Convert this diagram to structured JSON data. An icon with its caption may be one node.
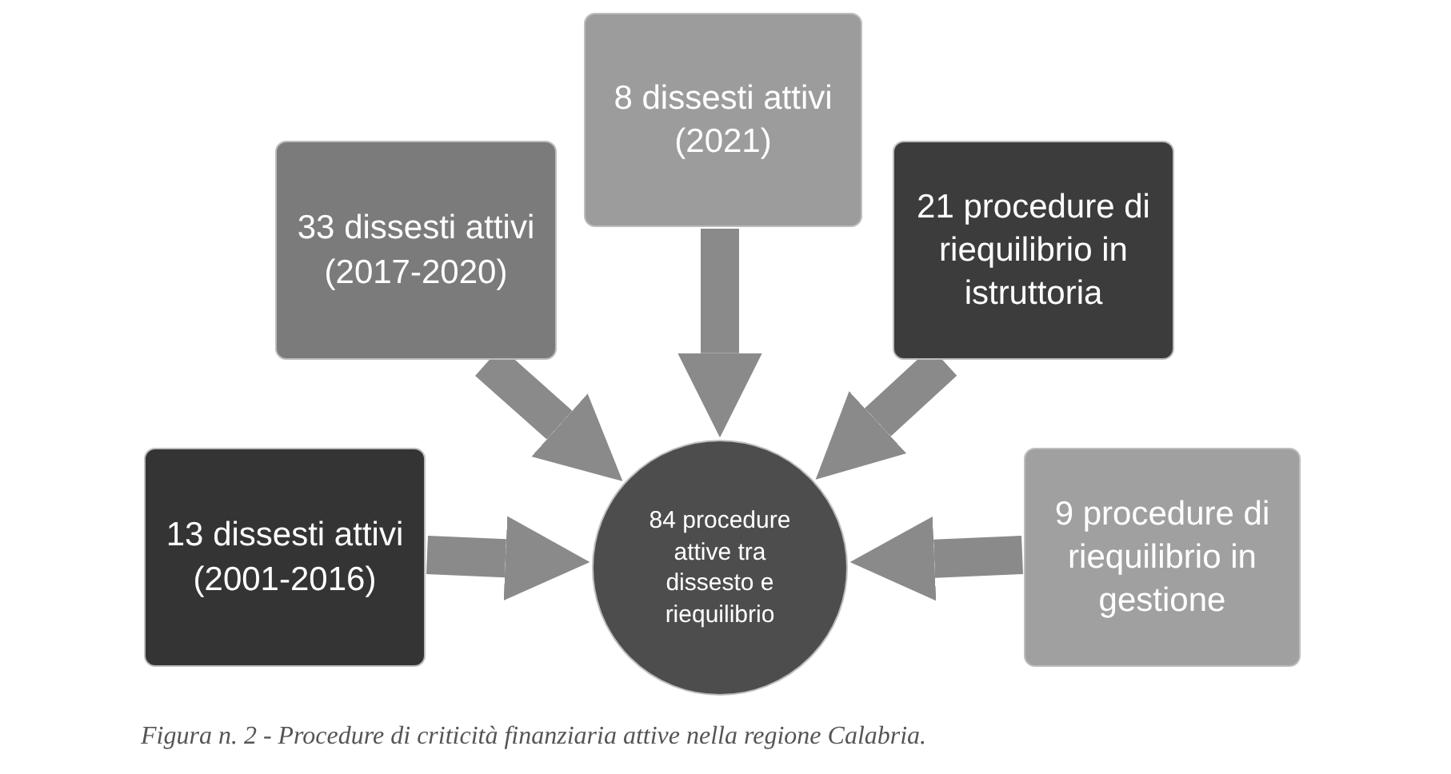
{
  "diagram": {
    "caption": "Figura n. 2 - Procedure di criticità finanziaria attive nella regione Calabria.",
    "nodes": [
      {
        "text": [
          "33 dissesti attivi (2017-2020)"
        ]
      },
      {
        "text": [
          "8 dissesti attivi (2021)"
        ]
      },
      {
        "text": [
          "21 procedure di riequilibrio in istruttoria"
        ]
      },
      {
        "text": [
          "13 dissesti attivi (2001-2016)"
        ]
      },
      {
        "text": [
          "84 procedure attive tra dissesto e riequilibrio"
        ]
      },
      {
        "text": [
          "9 procedure di riequilibrio in gestione"
        ]
      }
    ],
    "edges": [
      {
        "from": 0,
        "to": 4,
        "arrow": "to"
      },
      {
        "from": 1,
        "to": 4,
        "arrow": "to"
      },
      {
        "from": 2,
        "to": 4,
        "arrow": "to"
      },
      {
        "from": 3,
        "to": 4,
        "arrow": "to"
      },
      {
        "from": 5,
        "to": 4,
        "arrow": "to"
      }
    ]
  }
}
